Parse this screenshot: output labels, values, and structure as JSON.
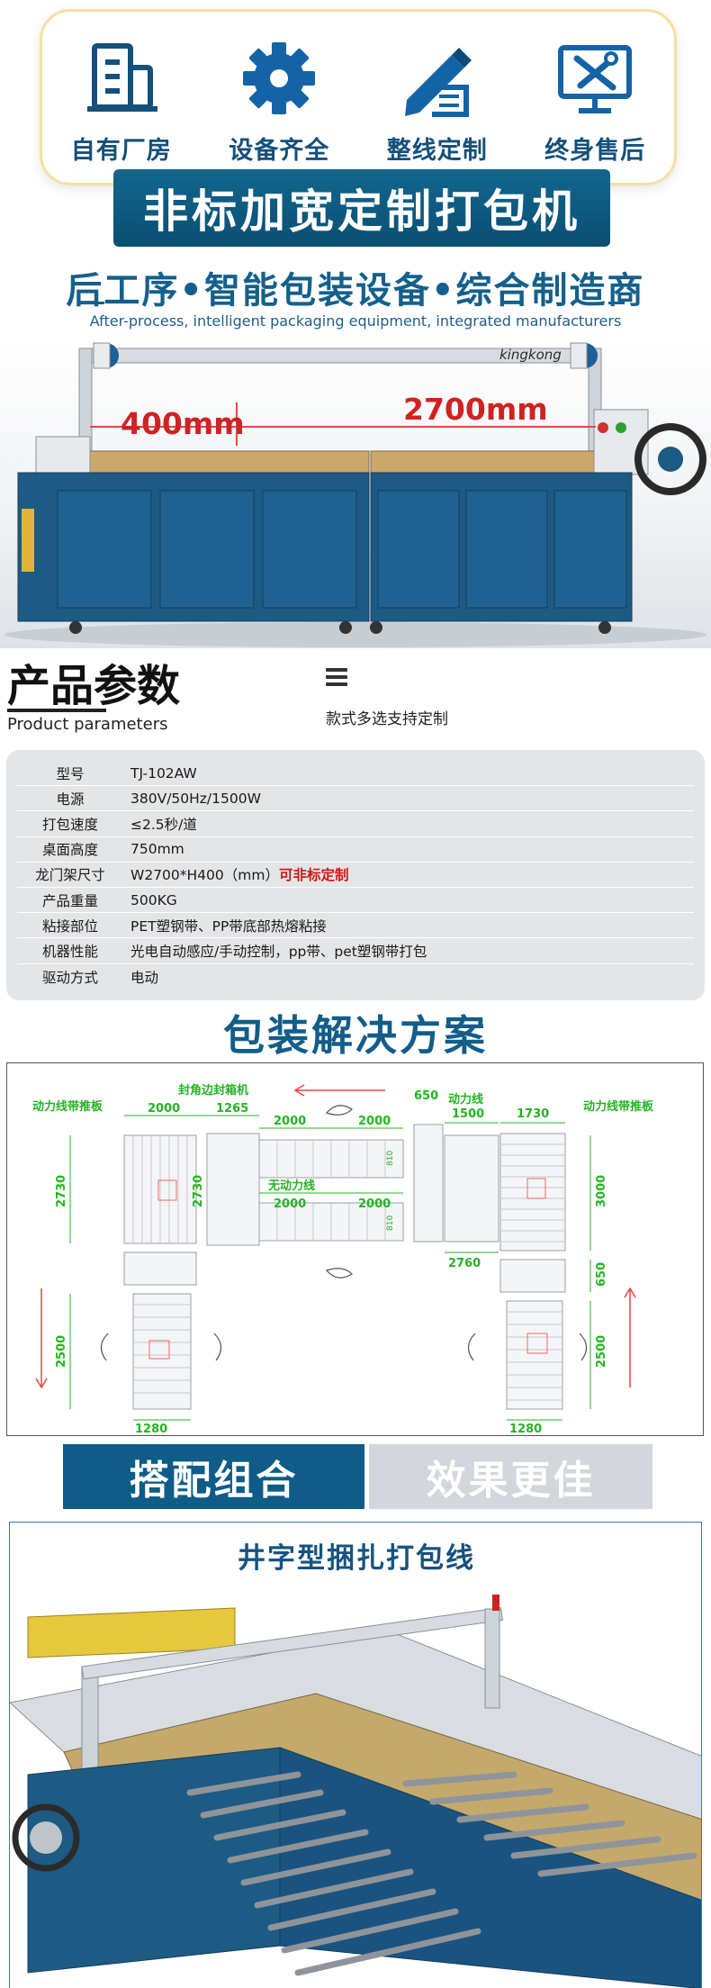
{
  "features": [
    {
      "label": "自有厂房",
      "icon": "building-icon"
    },
    {
      "label": "设备齐全",
      "icon": "gear-icon"
    },
    {
      "label": "整线定制",
      "icon": "design-tools-icon"
    },
    {
      "label": "终身售后",
      "icon": "monitor-tools-icon"
    }
  ],
  "headline": "非标加宽定制打包机",
  "subhead": "后工序•智能包装设备•综合制造商",
  "subhead_en": "After-process, intelligent packaging equipment, integrated manufacturers",
  "hero": {
    "brand": "kingkong",
    "height_label": "400mm",
    "width_label": "2700mm"
  },
  "params": {
    "title": "产品参数",
    "title_en": "Product parameters",
    "custom_note": "款式多选支持定制",
    "rows": [
      {
        "key": "型号",
        "value": "TJ-102AW",
        "note": ""
      },
      {
        "key": "电源",
        "value": "380V/50Hz/1500W",
        "note": ""
      },
      {
        "key": "打包速度",
        "value": "≤2.5秒/道",
        "note": ""
      },
      {
        "key": "桌面高度",
        "value": "750mm",
        "note": ""
      },
      {
        "key": "龙门架尺寸",
        "value": "W2700*H400（mm）",
        "note": "可非标定制"
      },
      {
        "key": "产品重量",
        "value": "500KG",
        "note": ""
      },
      {
        "key": "粘接部位",
        "value": "PET塑钢带、PP带底部热熔粘接",
        "note": ""
      },
      {
        "key": "机器性能",
        "value": "光电自动感应/手动控制，pp带、pet塑钢带打包",
        "note": ""
      },
      {
        "key": "驱动方式",
        "value": "电动",
        "note": ""
      }
    ]
  },
  "solution": {
    "title": "包装解决方案",
    "labels": {
      "push_left": "动力线带推板",
      "push_right": "动力线带推板",
      "sealer": "封角边封箱机",
      "power_line": "动力线",
      "unpowered": "无动力线",
      "d2000a": "2000",
      "d1265": "1265",
      "d2000b": "2000",
      "d2000c": "2000",
      "d650top": "650",
      "d1500": "1500",
      "d1730": "1730",
      "d2730a": "2730",
      "d2730b": "2730",
      "d2000d": "2000",
      "d2000e": "2000",
      "d810a": "810",
      "d810b": "810",
      "d3000": "3000",
      "d2760": "2760",
      "d650r": "650",
      "d2500l": "2500",
      "d2500r": "2500",
      "d1280l": "1280",
      "d1280r": "1280"
    },
    "colors": {
      "dimension": "#23b423",
      "arrow": "#e64646",
      "outline": "#9aa0a6"
    }
  },
  "tabs": {
    "combo": "搭配组合",
    "effect": "效果更佳"
  },
  "photo": {
    "title": "井字型捆扎打包线"
  },
  "colors": {
    "brand_blue": "#0e5c87",
    "machine_blue": "#1d5a84",
    "accent_red": "#d41616",
    "card_border": "#f6dfa1"
  }
}
